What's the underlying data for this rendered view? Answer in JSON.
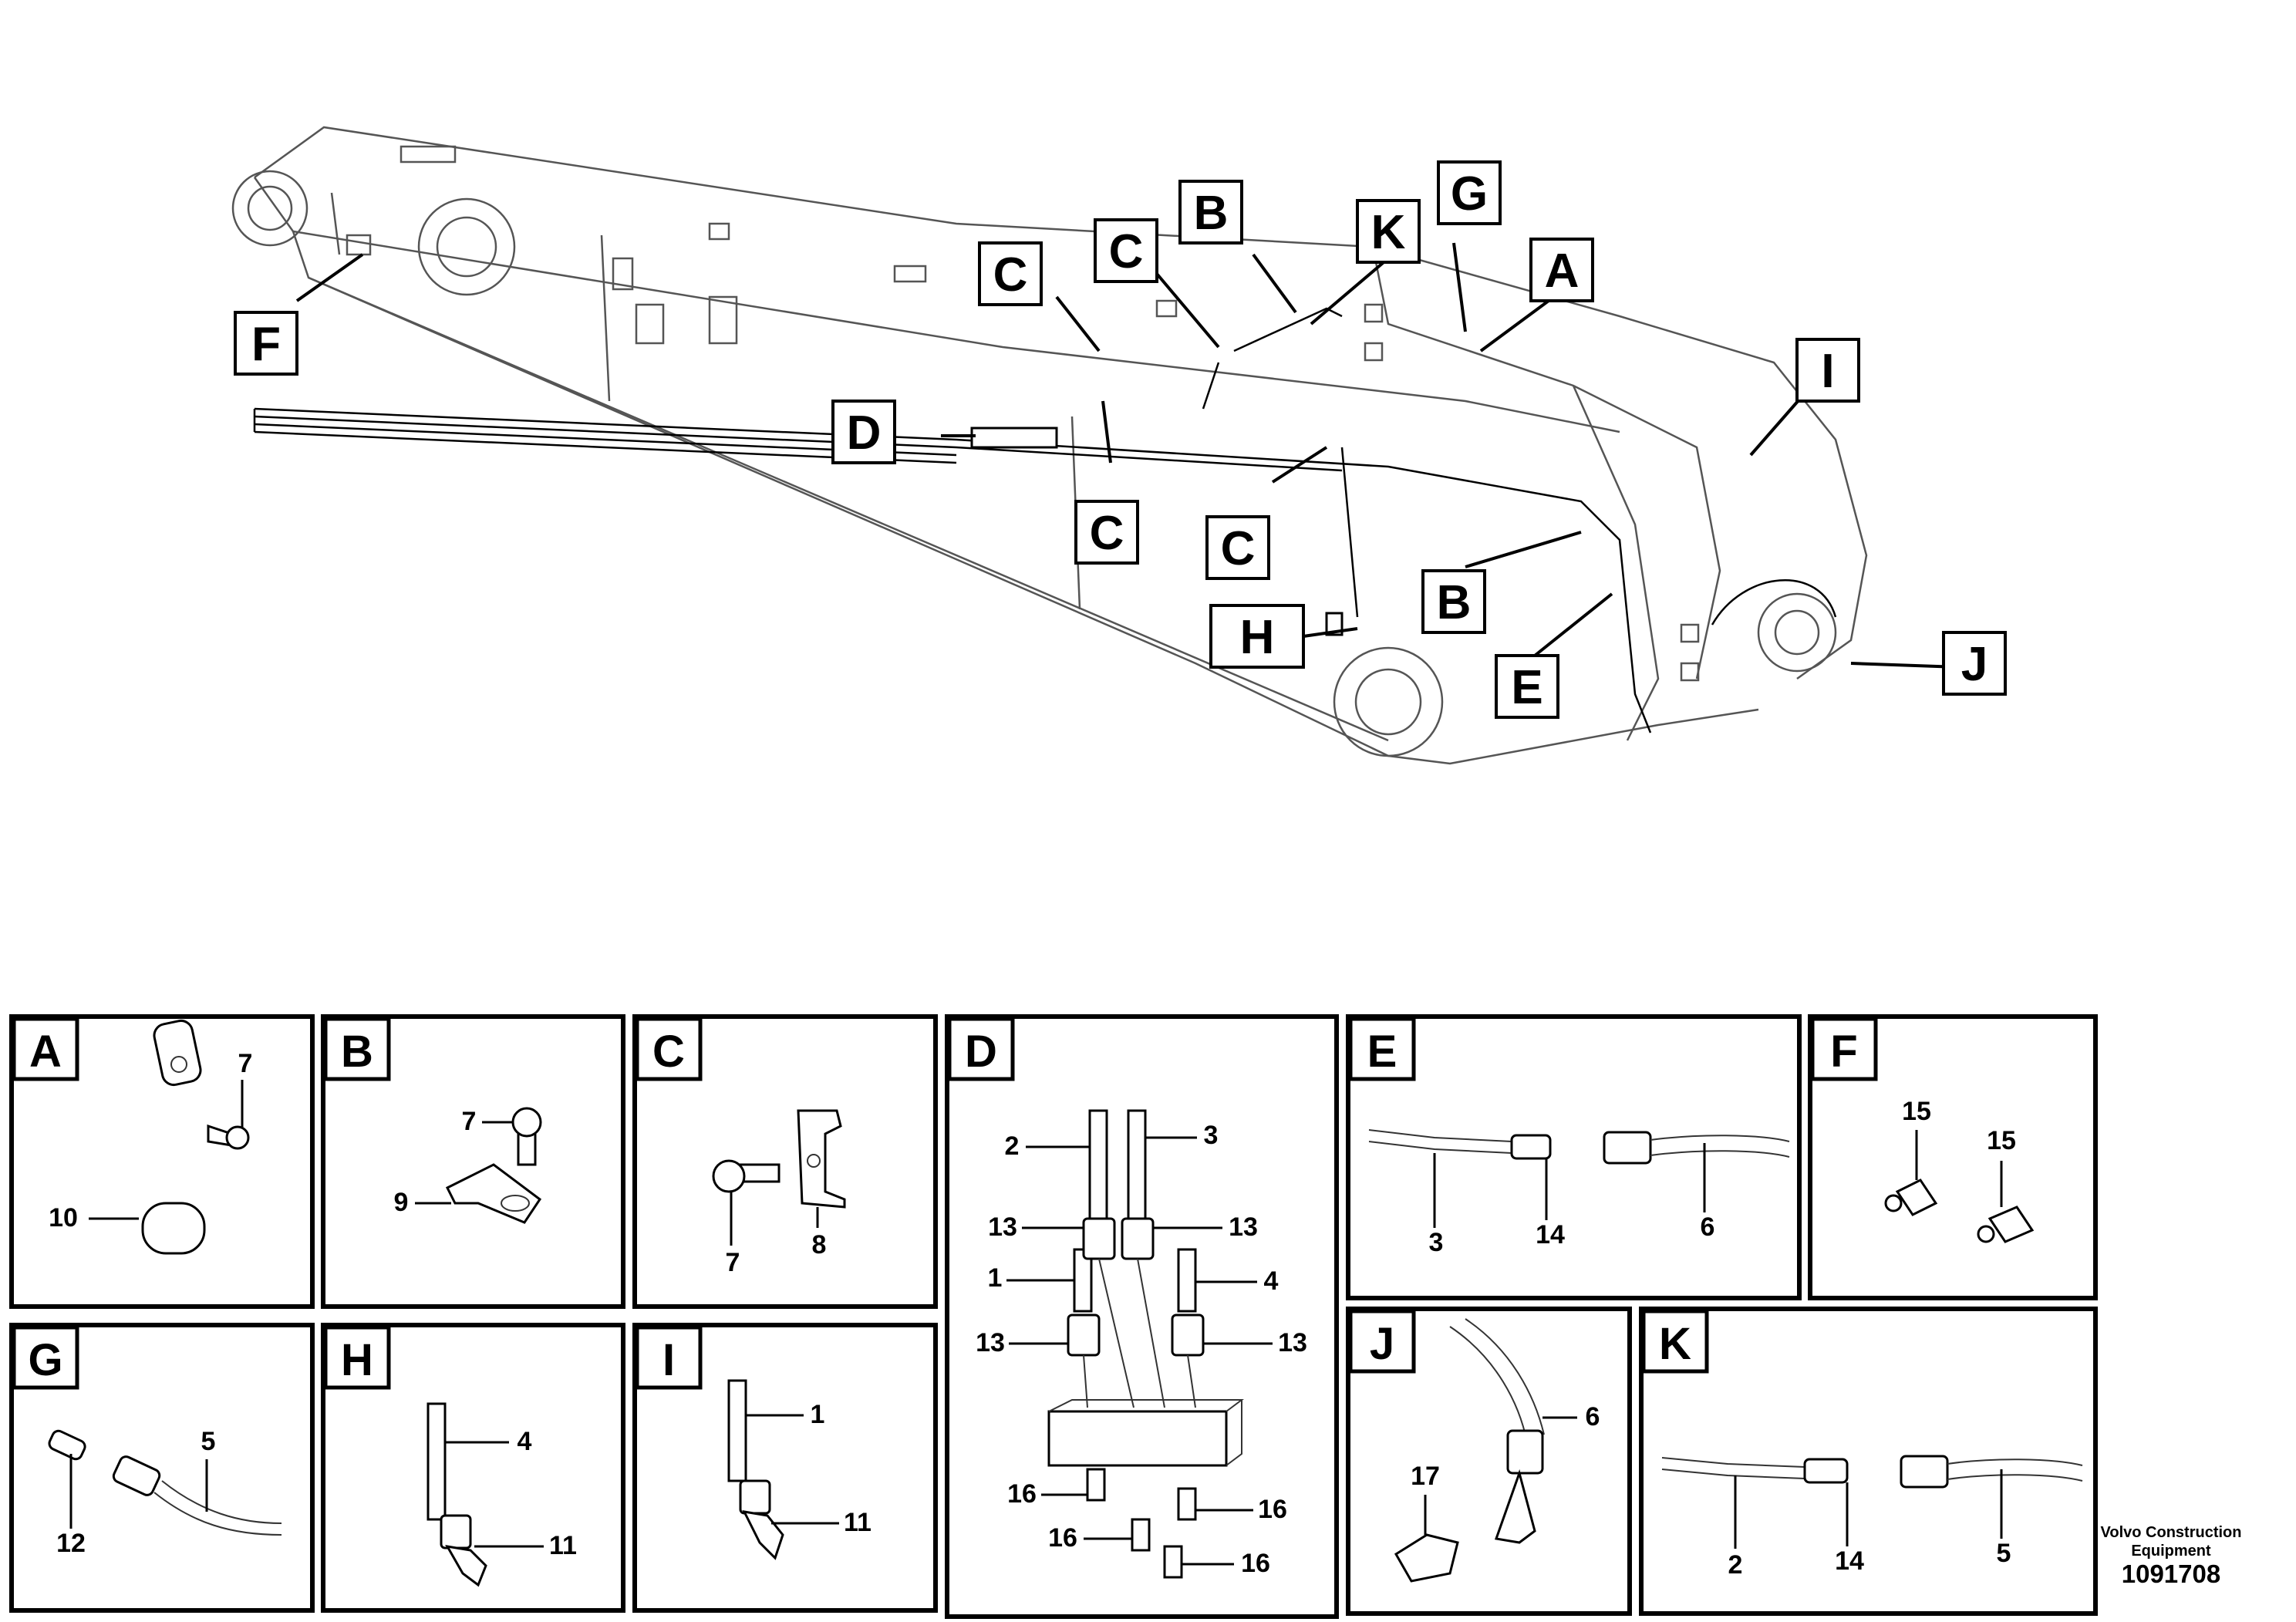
{
  "callouts": {
    "F": "F",
    "D": "D",
    "C1": "C",
    "C2": "C",
    "C3": "C",
    "C4": "C",
    "B1": "B",
    "B2": "B",
    "K": "K",
    "G": "G",
    "A": "A",
    "I": "I",
    "H": "H",
    "E": "E",
    "J": "J"
  },
  "panels": {
    "A": {
      "tag": "A",
      "labels": {
        "p7": "7",
        "p10": "10"
      }
    },
    "B": {
      "tag": "B",
      "labels": {
        "p7": "7",
        "p9": "9"
      }
    },
    "C": {
      "tag": "C",
      "labels": {
        "p7": "7",
        "p8": "8"
      }
    },
    "D": {
      "tag": "D",
      "labels": {
        "p2": "2",
        "p3": "3",
        "p13a": "13",
        "p13b": "13",
        "p1": "1",
        "p4": "4",
        "p13c": "13",
        "p13d": "13",
        "p16a": "16",
        "p16b": "16",
        "p16c": "16",
        "p16d": "16"
      }
    },
    "E": {
      "tag": "E",
      "labels": {
        "p3": "3",
        "p14": "14",
        "p6": "6"
      }
    },
    "F": {
      "tag": "F",
      "labels": {
        "p15a": "15",
        "p15b": "15"
      }
    },
    "G": {
      "tag": "G",
      "labels": {
        "p12": "12",
        "p5": "5"
      }
    },
    "H": {
      "tag": "H",
      "labels": {
        "p4": "4",
        "p11": "11"
      }
    },
    "I": {
      "tag": "I",
      "labels": {
        "p1": "1",
        "p11": "11"
      }
    },
    "J": {
      "tag": "J",
      "labels": {
        "p6": "6",
        "p17": "17"
      }
    },
    "K": {
      "tag": "K",
      "labels": {
        "p2": "2",
        "p14": "14",
        "p5": "5"
      }
    }
  },
  "footer": {
    "company": "Volvo Construction Equipment",
    "drawing_number": "1091708"
  }
}
